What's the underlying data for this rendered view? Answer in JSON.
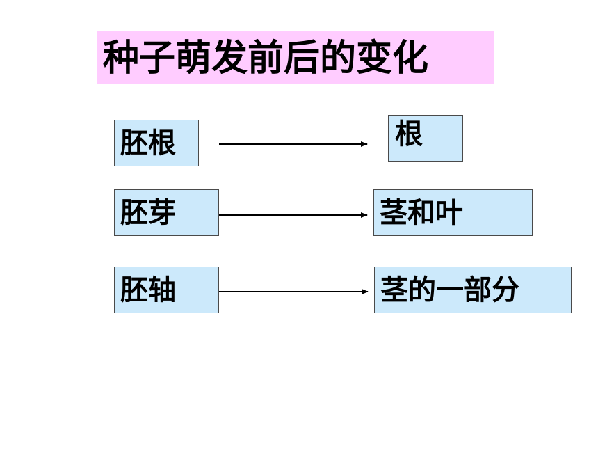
{
  "title": "种子萌发前后的变化",
  "rows": [
    {
      "from": "胚根",
      "to": "根"
    },
    {
      "from": "胚芽",
      "to": "茎和叶"
    },
    {
      "from": "胚轴",
      "to": "茎的一部分"
    }
  ],
  "colors": {
    "title_bg": "#ffccff",
    "box_bg": "#cce9fb",
    "box_border": "#4a4a4a",
    "arrow": "#000000"
  }
}
